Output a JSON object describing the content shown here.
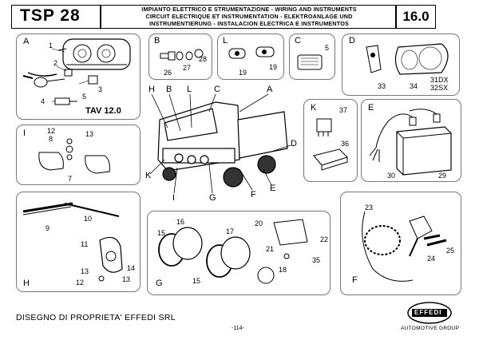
{
  "header": {
    "code": "TSP 28",
    "desc_lines": [
      "IMPIANTO ELETTRICO E STRUMENTAZIONE - WIRING AND INSTRUMENTS",
      "CIRCUIT ELECTRIQUE ET INSTRUMENTATION - ELEKTROANLAGE UND",
      "INSTRUMENTIERUNG - INSTALACION ELECTRICA E INSTRUMENTOS"
    ],
    "page_code": "16.0"
  },
  "panels": {
    "A": {
      "label": "A",
      "numbers": [
        "1",
        "2",
        "3",
        "4",
        "5"
      ],
      "ref": "TAV 12.0"
    },
    "B": {
      "label": "B",
      "numbers": [
        "26",
        "27",
        "28"
      ]
    },
    "L": {
      "label": "L",
      "numbers": [
        "19",
        "19"
      ]
    },
    "C": {
      "label": "C",
      "numbers": [
        "5"
      ]
    },
    "D": {
      "label": "D",
      "numbers": [
        "33",
        "34",
        "31DX",
        "32SX"
      ]
    },
    "I": {
      "label": "I",
      "numbers": [
        "12",
        "8",
        "13",
        "7"
      ]
    },
    "K": {
      "label": "K",
      "numbers": [
        "37",
        "36"
      ]
    },
    "E": {
      "label": "E",
      "numbers": [
        "30",
        "29"
      ]
    },
    "H": {
      "label": "H",
      "numbers": [
        "9",
        "10",
        "11",
        "13",
        "14",
        "13",
        "12"
      ]
    },
    "G": {
      "label": "G",
      "numbers": [
        "16",
        "15",
        "17",
        "15",
        "20",
        "21",
        "22",
        "35",
        "18"
      ]
    },
    "F": {
      "label": "F",
      "numbers": [
        "23",
        "24",
        "25"
      ]
    }
  },
  "truck_callouts": [
    "H",
    "B",
    "L",
    "C",
    "A",
    "D",
    "K",
    "I",
    "G",
    "F",
    "E"
  ],
  "footer": {
    "ownership": "DISEGNO DI PROPRIETA' EFFEDI SRL",
    "page_number": "-114-",
    "brand": "EFFEDI",
    "brand_sub": "AUTOMOTIVE GROUP"
  }
}
